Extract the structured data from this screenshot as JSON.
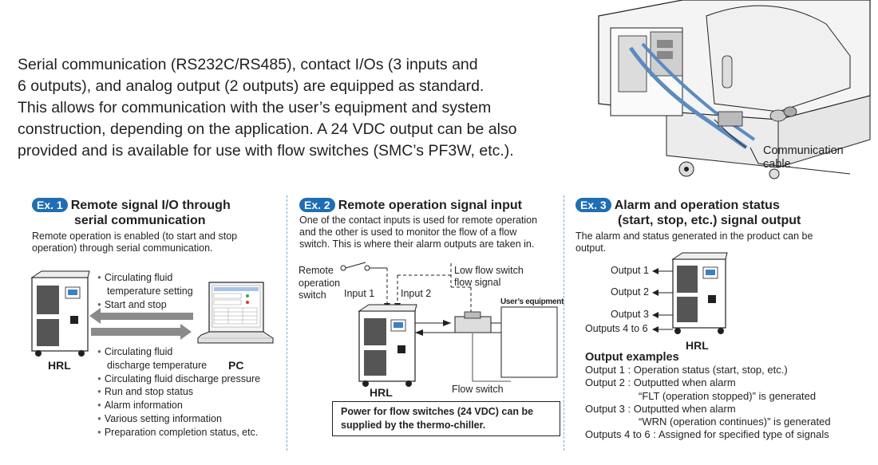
{
  "intro": {
    "lines": [
      "Serial communication (RS232C/RS485), contact I/Os (3 inputs and",
      "6 outputs), and analog output (2 outputs) are equipped as standard.",
      "This allows for communication with the user’s equipment and system",
      "construction, depending on the application. A 24 VDC output can be also",
      "provided and is available for use with flow switches (SMC’s PF3W, etc.)."
    ]
  },
  "top_illustration": {
    "callout": "Communication\ncable",
    "callout_line1": "Communication",
    "callout_line2": "cable"
  },
  "ex1": {
    "badge": "Ex. 1",
    "title_line1": "Remote signal I/O through",
    "title_line2": "serial communication",
    "desc_line1": "Remote operation is enabled (to start and stop",
    "desc_line2": "operation) through serial communication.",
    "to_pc": [
      "Circulating fluid",
      "temperature setting",
      "Start and stop"
    ],
    "from_pc": [
      "Circulating fluid",
      "discharge temperature",
      "Circulating fluid discharge pressure",
      "Run and stop status",
      "Alarm information",
      "Various setting information",
      "Preparation completion status, etc."
    ],
    "device_label": "HRL",
    "pc_label": "PC"
  },
  "ex2": {
    "badge": "Ex. 2",
    "title": "Remote operation signal input",
    "desc_line1": "One of the contact inputs is used for remote operation",
    "desc_line2": "and the other is used to monitor the flow of a flow",
    "desc_line3": "switch. This is where their alarm outputs are taken in.",
    "remote_line1": "Remote",
    "remote_line2": "operation",
    "remote_line3": "switch",
    "input1": "Input 1",
    "input2": "Input 2",
    "lowflow_line1": "Low flow switch",
    "lowflow_line2": "flow signal",
    "users_equipment": "User’s equipment",
    "flow_switch": "Flow switch",
    "device_label": "HRL",
    "box_line1": "Power for flow switches (24 VDC) can be",
    "box_line2": "supplied by the thermo-chiller."
  },
  "ex3": {
    "badge": "Ex. 3",
    "title_line1": "Alarm and operation status",
    "title_line2": "(start, stop, etc.) signal output",
    "desc_line1": "The alarm and status generated in the product can be",
    "desc_line2": "output.",
    "outputs": [
      "Output 1",
      "Output 2",
      "Output 3",
      "Outputs 4 to 6"
    ],
    "device_label": "HRL",
    "examples_title": "Output examples",
    "examples": [
      {
        "label": "Output 1",
        "colon": ":",
        "text": "Operation status (start, stop, etc.)"
      },
      {
        "label": "Output 2",
        "colon": ":",
        "text": "Outputted when alarm"
      },
      {
        "label": "",
        "colon": "",
        "text": "“FLT (operation stopped)” is generated"
      },
      {
        "label": "Output 3",
        "colon": ":",
        "text": "Outputted when alarm"
      },
      {
        "label": "",
        "colon": "",
        "text": "“WRN (operation continues)” is generated"
      },
      {
        "label": "Outputs 4 to 6",
        "colon": ":",
        "text": "Assigned for specified type of signals"
      }
    ]
  },
  "colors": {
    "accent": "#1f6eb5",
    "text": "#231f20",
    "arrow": "#8a8a8a"
  }
}
